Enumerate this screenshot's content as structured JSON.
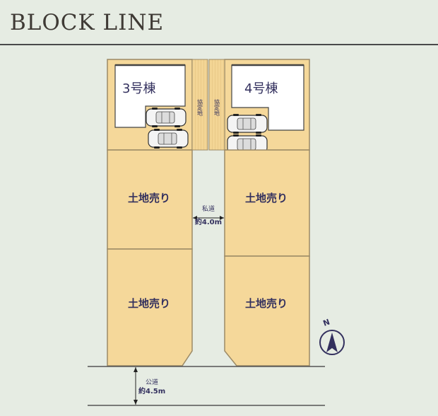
{
  "header": {
    "title": "BLOCK LINE"
  },
  "lots": {
    "house3": "3号棟",
    "house4": "4号棟",
    "lot_nw": "土地売り",
    "lot_ne": "土地売り",
    "lot_sw": "土地売り",
    "lot_se": "土地売り"
  },
  "strips": {
    "left": "協定地",
    "right": "協定地"
  },
  "roads": {
    "private_name": "私道",
    "private_width": "約4.0m",
    "public_name": "公道",
    "public_width": "約4.5m"
  },
  "compass": {
    "north": "N"
  },
  "colors": {
    "background": "#e6ece3",
    "lot_fill": "#f5d89a",
    "lot_border": "#9c8a66",
    "house_fill": "#ffffff",
    "text": "#33305e"
  }
}
